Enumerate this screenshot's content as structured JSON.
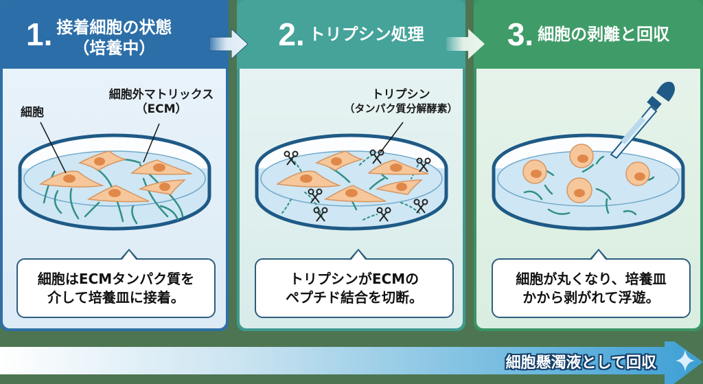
{
  "colors": {
    "background": "#4d7551",
    "step1": "#2c6ea8",
    "step2": "#45a39a",
    "step3": "#3f9c68",
    "cell_fill": "#f6c79a",
    "cell_nucleus": "#e0884a",
    "ecm_fiber": "#2f8f84",
    "dish_outline": "#1f5a86",
    "bottom_arrow": "#4aa6d6"
  },
  "steps": [
    {
      "number": "1.",
      "title_line1": "接着細胞の状態",
      "title_line2": "（培養中）",
      "labels": {
        "cell": "細胞",
        "ecm_line1": "細胞外マトリックス",
        "ecm_line2": "（ECM）"
      },
      "callout_line1": "細胞はECMタンパク質を",
      "callout_line2": "介して培養皿に接着。"
    },
    {
      "number": "2.",
      "title": "トリプシン処理",
      "labels": {
        "trypsin_line1": "トリプシン",
        "trypsin_line2": "（タンパク質分解酵素）"
      },
      "callout_line1": "トリプシンがECMの",
      "callout_line2": "ペプチド結合を切断。"
    },
    {
      "number": "3.",
      "title": "細胞の剥離と回収",
      "callout_line1": "細胞が丸くなり、培養皿",
      "callout_line2": "かから剥がれて浮遊。"
    }
  ],
  "bottom_arrow": {
    "label": "細胞懸濁液として回収",
    "icon": "sparkle-icon"
  }
}
